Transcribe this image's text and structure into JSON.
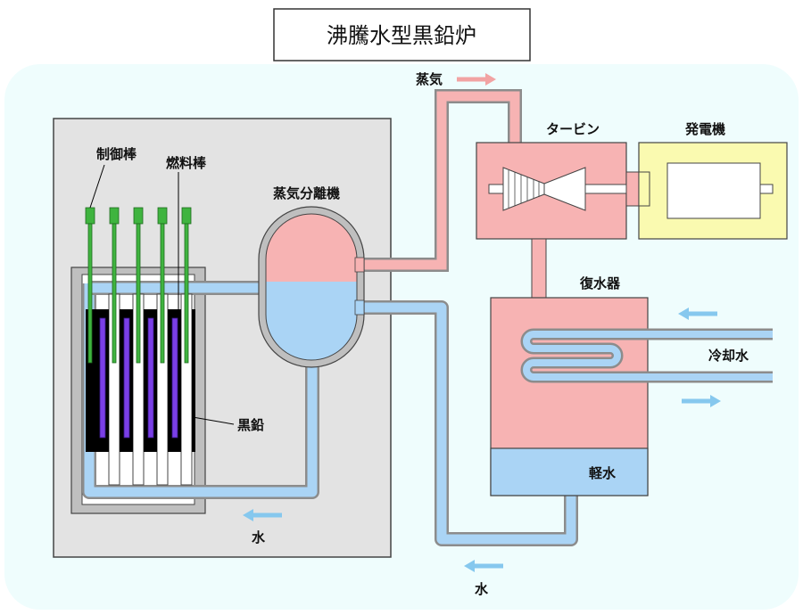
{
  "title": "沸騰水型黒鉛炉",
  "labels": {
    "control_rod": "制御棒",
    "fuel_rod": "燃料棒",
    "steam_separator": "蒸気分離機",
    "steam": "蒸気",
    "turbine": "タービン",
    "generator": "発電機",
    "condenser": "復水器",
    "cooling_water": "冷却水",
    "graphite": "黒鉛",
    "light_water": "軽水",
    "water_left": "水",
    "water_bottom": "水"
  },
  "colors": {
    "background": "#effdfd",
    "reactor_building": "#e3e3e3",
    "steam": "#f7b3b3",
    "water": "#aad4f5",
    "pipe_outline": "#8c8c8c",
    "control_rod": "#3fb43f",
    "fuel": "#7a3fe6",
    "graphite": "#000000",
    "generator_housing": "#fafab0",
    "arrow_steam": "#f2a3a3",
    "arrow_water": "#86c8ee"
  }
}
